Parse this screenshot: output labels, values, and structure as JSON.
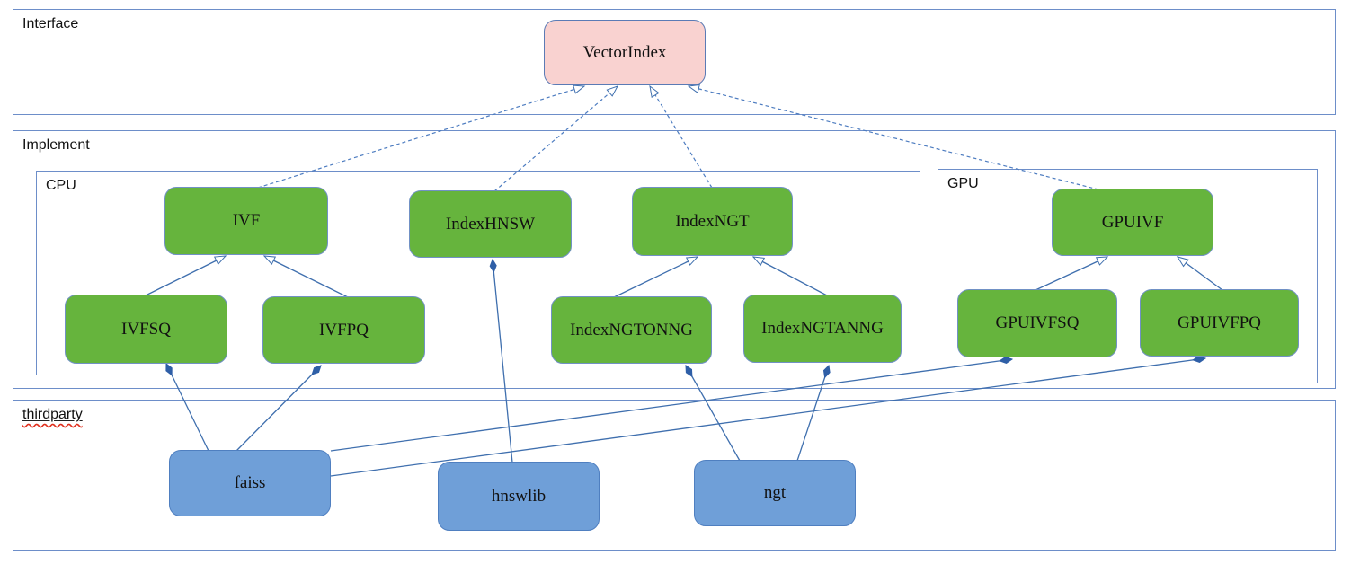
{
  "diagram": {
    "containers": {
      "interface": {
        "label": "Interface"
      },
      "implement": {
        "label": "Implement"
      },
      "cpu": {
        "label": "CPU"
      },
      "gpu": {
        "label": "GPU"
      },
      "thirdparty": {
        "label": "thirdparty"
      }
    },
    "nodes": {
      "vectorindex": {
        "label": "VectorIndex",
        "kind": "interface",
        "container": "interface"
      },
      "ivf": {
        "label": "IVF",
        "kind": "implementation",
        "container": "cpu"
      },
      "indexhnsw": {
        "label": "IndexHNSW",
        "kind": "implementation",
        "container": "cpu"
      },
      "indexngt": {
        "label": "IndexNGT",
        "kind": "implementation",
        "container": "cpu"
      },
      "ivfsq": {
        "label": "IVFSQ",
        "kind": "implementation",
        "container": "cpu"
      },
      "ivfpq": {
        "label": "IVFPQ",
        "kind": "implementation",
        "container": "cpu"
      },
      "indexngtonng": {
        "label": "IndexNGTONNG",
        "kind": "implementation",
        "container": "cpu"
      },
      "indexngtanng": {
        "label": "IndexNGTANNG",
        "kind": "implementation",
        "container": "cpu"
      },
      "gpuivf": {
        "label": "GPUIVF",
        "kind": "implementation",
        "container": "gpu"
      },
      "gpuivfsq": {
        "label": "GPUIVFSQ",
        "kind": "implementation",
        "container": "gpu"
      },
      "gpuivfpq": {
        "label": "GPUIVFPQ",
        "kind": "implementation",
        "container": "gpu"
      },
      "faiss": {
        "label": "faiss",
        "kind": "thirdparty",
        "container": "thirdparty"
      },
      "hnswlib": {
        "label": "hnswlib",
        "kind": "thirdparty",
        "container": "thirdparty"
      },
      "ngt": {
        "label": "ngt",
        "kind": "thirdparty",
        "container": "thirdparty"
      }
    },
    "edges": [
      {
        "from": "ivf",
        "to": "vectorindex",
        "relation": "implements",
        "line": "dashed",
        "marker": "triangle",
        "points": [
          [
            287,
            209
          ],
          [
            650,
            96
          ]
        ]
      },
      {
        "from": "indexhnsw",
        "to": "vectorindex",
        "relation": "implements",
        "line": "dashed",
        "marker": "triangle",
        "points": [
          [
            550,
            213
          ],
          [
            687,
            96
          ]
        ]
      },
      {
        "from": "indexngt",
        "to": "vectorindex",
        "relation": "implements",
        "line": "dashed",
        "marker": "triangle",
        "points": [
          [
            792,
            209
          ],
          [
            723,
            96
          ]
        ]
      },
      {
        "from": "gpuivf",
        "to": "vectorindex",
        "relation": "implements",
        "line": "dashed",
        "marker": "triangle",
        "points": [
          [
            1222,
            211
          ],
          [
            766,
            96
          ]
        ]
      },
      {
        "from": "ivfsq",
        "to": "ivf",
        "relation": "extends",
        "line": "solid",
        "marker": "triangle",
        "points": [
          [
            162,
            329
          ],
          [
            251,
            285
          ]
        ]
      },
      {
        "from": "ivfpq",
        "to": "ivf",
        "relation": "extends",
        "line": "solid",
        "marker": "triangle",
        "points": [
          [
            387,
            331
          ],
          [
            294,
            285
          ]
        ]
      },
      {
        "from": "indexngtonng",
        "to": "indexngt",
        "relation": "extends",
        "line": "solid",
        "marker": "triangle",
        "points": [
          [
            683,
            331
          ],
          [
            776,
            286
          ]
        ]
      },
      {
        "from": "indexngtanng",
        "to": "indexngt",
        "relation": "extends",
        "line": "solid",
        "marker": "triangle",
        "points": [
          [
            920,
            329
          ],
          [
            838,
            286
          ]
        ]
      },
      {
        "from": "gpuivfsq",
        "to": "gpuivf",
        "relation": "extends",
        "line": "solid",
        "marker": "triangle",
        "points": [
          [
            1152,
            323
          ],
          [
            1232,
            286
          ]
        ]
      },
      {
        "from": "gpuivfpq",
        "to": "gpuivf",
        "relation": "extends",
        "line": "solid",
        "marker": "triangle",
        "points": [
          [
            1360,
            323
          ],
          [
            1310,
            286
          ]
        ]
      },
      {
        "from": "faiss",
        "to": "ivfsq",
        "relation": "composes",
        "line": "solid",
        "marker": "diamond",
        "points": [
          [
            232,
            502
          ],
          [
            185,
            405
          ]
        ]
      },
      {
        "from": "faiss",
        "to": "ivfpq",
        "relation": "composes",
        "line": "solid",
        "marker": "diamond",
        "points": [
          [
            263,
            502
          ],
          [
            357,
            407
          ]
        ]
      },
      {
        "from": "hnswlib",
        "to": "indexhnsw",
        "relation": "composes",
        "line": "solid",
        "marker": "diamond",
        "points": [
          [
            570,
            515
          ],
          [
            548,
            289
          ]
        ]
      },
      {
        "from": "ngt",
        "to": "indexngtonng",
        "relation": "composes",
        "line": "solid",
        "marker": "diamond",
        "points": [
          [
            823,
            513
          ],
          [
            763,
            407
          ]
        ]
      },
      {
        "from": "ngt",
        "to": "indexngtanng",
        "relation": "composes",
        "line": "solid",
        "marker": "diamond",
        "points": [
          [
            887,
            513
          ],
          [
            922,
            407
          ]
        ]
      },
      {
        "from": "faiss",
        "to": "gpuivfsq",
        "relation": "composes",
        "line": "solid",
        "marker": "diamond",
        "points": [
          [
            368,
            502
          ],
          [
            1126,
            400
          ]
        ]
      },
      {
        "from": "faiss",
        "to": "gpuivfpq",
        "relation": "composes",
        "line": "solid",
        "marker": "diamond",
        "points": [
          [
            368,
            530
          ],
          [
            1341,
            399
          ]
        ]
      }
    ],
    "colors": {
      "interface_fill": "#f9d2d0",
      "implementation_fill": "#66b43d",
      "thirdparty_fill": "#6f9fd8",
      "container_border": "#6d8ec9",
      "connector_solid": "#3f6fae",
      "connector_dashed": "#4d7cc0",
      "diamond_fill": "#2f5fa7",
      "spellcheck_underline": "#e0301e"
    }
  }
}
